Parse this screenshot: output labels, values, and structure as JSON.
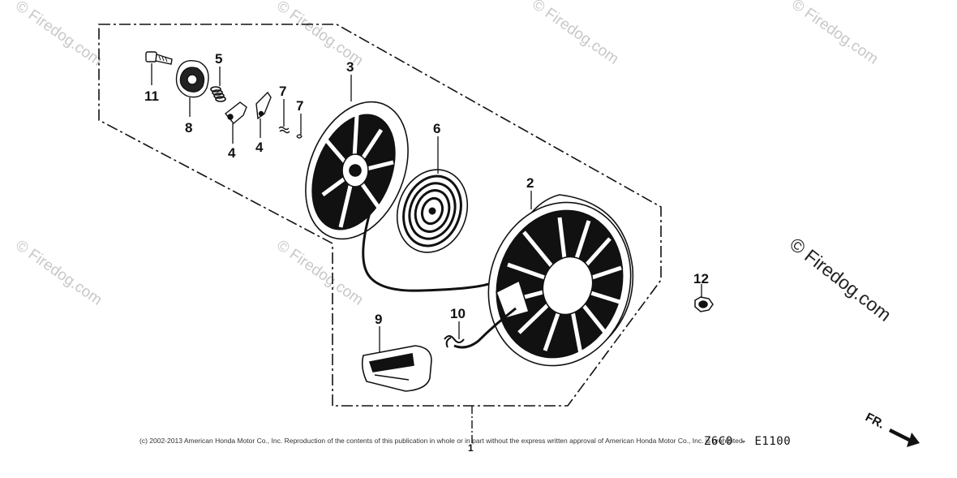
{
  "watermark": {
    "text": "© Firedog.com"
  },
  "callouts": {
    "p1": "1",
    "p2": "2",
    "p3": "3",
    "p4a": "4",
    "p4b": "4",
    "p5": "5",
    "p6": "6",
    "p7a": "7",
    "p7b": "7",
    "p8": "8",
    "p9": "9",
    "p10": "10",
    "p11": "11",
    "p12": "12"
  },
  "footer": {
    "copyright": "(c) 2002-2013 American Honda Motor Co., Inc. Reproduction of the contents of this publication in whole or in part without the express written approval of American Honda Motor Co., Inc. is prohibited.",
    "diagram_code": "Z6C0 - E1100"
  },
  "direction": {
    "label": "FR."
  }
}
